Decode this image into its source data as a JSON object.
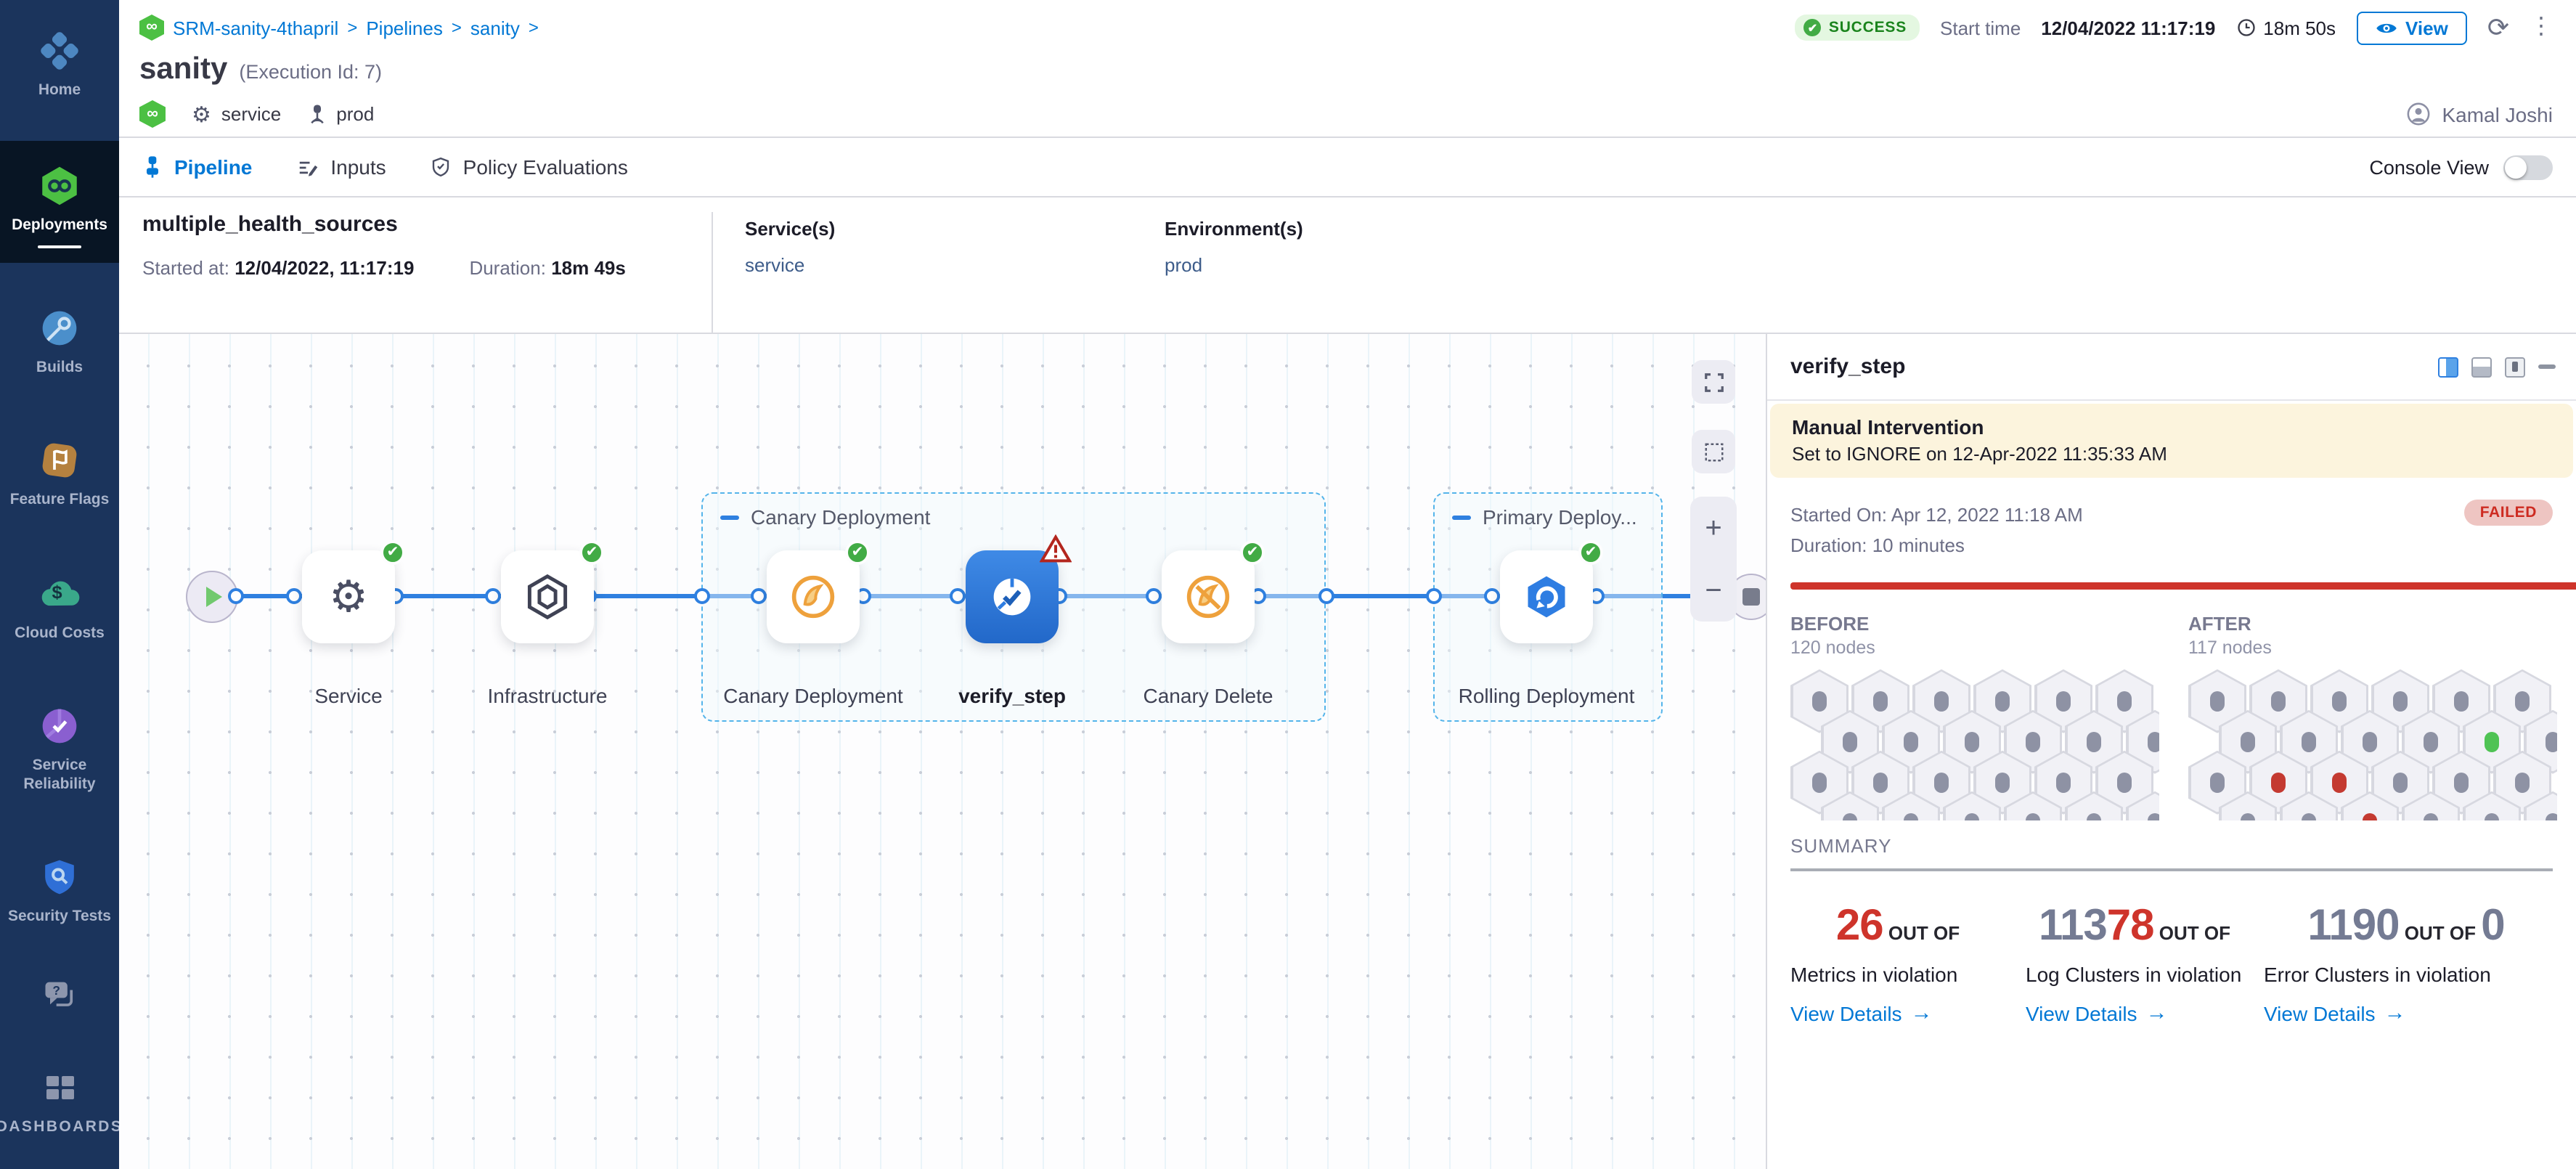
{
  "sidebar": {
    "items": [
      {
        "label": "Home"
      },
      {
        "label": "Deployments",
        "active": true
      },
      {
        "label": "Builds"
      },
      {
        "label": "Feature Flags"
      },
      {
        "label": "Cloud Costs"
      },
      {
        "label": "Service Reliability"
      },
      {
        "label": "Security Tests"
      },
      {
        "label": "DASHBOARDS"
      }
    ]
  },
  "breadcrumb": {
    "project": "SRM-sanity-4thapril",
    "sep": ">",
    "section": "Pipelines",
    "page": "sanity"
  },
  "statusbar": {
    "status": "SUCCESS",
    "check": "✔",
    "start_time_label": "Start time",
    "start_time": "12/04/2022 11:17:19",
    "duration": "18m 50s",
    "view_label": "View",
    "refresh": "⟳",
    "kebab": "⋮"
  },
  "header": {
    "title": "sanity",
    "execution_id": "(Execution Id: 7)",
    "service_tag": "service",
    "env_tag": "prod",
    "user_name": "Kamal Joshi",
    "gear": "⚙"
  },
  "tabs": {
    "pipeline": "Pipeline",
    "inputs": "Inputs",
    "policy": "Policy Evaluations",
    "console_view_label": "Console View"
  },
  "stage_info": {
    "name": "multiple_health_sources",
    "started_label": "Started at:",
    "started_value": "12/04/2022, 11:17:19",
    "duration_label": "Duration:",
    "duration_value": "18m 49s",
    "services_label": "Service(s)",
    "services_value": "service",
    "environments_label": "Environment(s)",
    "environments_value": "prod"
  },
  "canvas": {
    "groups": [
      {
        "label": "Canary Deployment"
      },
      {
        "label": "Primary Deploy..."
      }
    ],
    "nodes": [
      {
        "label": "Service",
        "status": "success"
      },
      {
        "label": "Infrastructure",
        "status": "success"
      },
      {
        "label": "Canary Deployment",
        "status": "success"
      },
      {
        "label": "verify_step",
        "status": "warning",
        "selected": true
      },
      {
        "label": "Canary Delete",
        "status": "success"
      },
      {
        "label": "Rolling Deployment",
        "status": "success"
      }
    ],
    "gear": "⚙",
    "zoom_in": "+",
    "zoom_out": "−"
  },
  "panel": {
    "title": "verify_step",
    "banner_title": "Manual Intervention",
    "banner_text": "Set to IGNORE on 12-Apr-2022 11:35:33 AM",
    "started": "Started On: Apr 12, 2022 11:18 AM",
    "duration": "Duration: 10 minutes",
    "status": "FAILED",
    "before": {
      "title": "BEFORE",
      "subtitle": "120 nodes",
      "rows": [
        [
          "n",
          "n",
          "n",
          "n",
          "n",
          "n"
        ],
        [
          "n",
          "n",
          "n",
          "n",
          "n",
          "n"
        ],
        [
          "n",
          "n",
          "n",
          "n",
          "n",
          "n"
        ],
        [
          "n",
          "n",
          "n",
          "n",
          "n",
          "n"
        ],
        [
          "n",
          "n",
          "n",
          "n",
          "n",
          "n"
        ]
      ]
    },
    "after": {
      "title": "AFTER",
      "subtitle": "117 nodes",
      "rows": [
        [
          "n",
          "n",
          "n",
          "n",
          "n",
          "n"
        ],
        [
          "n",
          "n",
          "n",
          "n",
          "g",
          "n"
        ],
        [
          "n",
          "r",
          "r",
          "n",
          "n",
          "n"
        ],
        [
          "n",
          "n",
          "r",
          "n",
          "n",
          "n"
        ],
        [
          "n",
          "n",
          "n",
          "n",
          "n",
          "n"
        ]
      ]
    },
    "summary_label": "SUMMARY",
    "metrics": [
      {
        "parts": [
          {
            "text": "26",
            "color": "red"
          }
        ],
        "conn": "OUT OF",
        "label": "Metrics in violation",
        "link": "View Details",
        "arrow": "→"
      },
      {
        "parts": [
          {
            "text": "113",
            "color": "gray"
          },
          {
            "text": "78",
            "color": "red"
          }
        ],
        "conn": "OUT OF",
        "label": "Log Clusters in violation",
        "link": "View Details",
        "arrow": "→"
      },
      {
        "parts": [
          {
            "text": "1190",
            "color": "gray"
          }
        ],
        "conn": "OUT OF",
        "tail": "0",
        "label": "Error Clusters in violation",
        "link": "View Details",
        "arrow": "→"
      }
    ]
  }
}
